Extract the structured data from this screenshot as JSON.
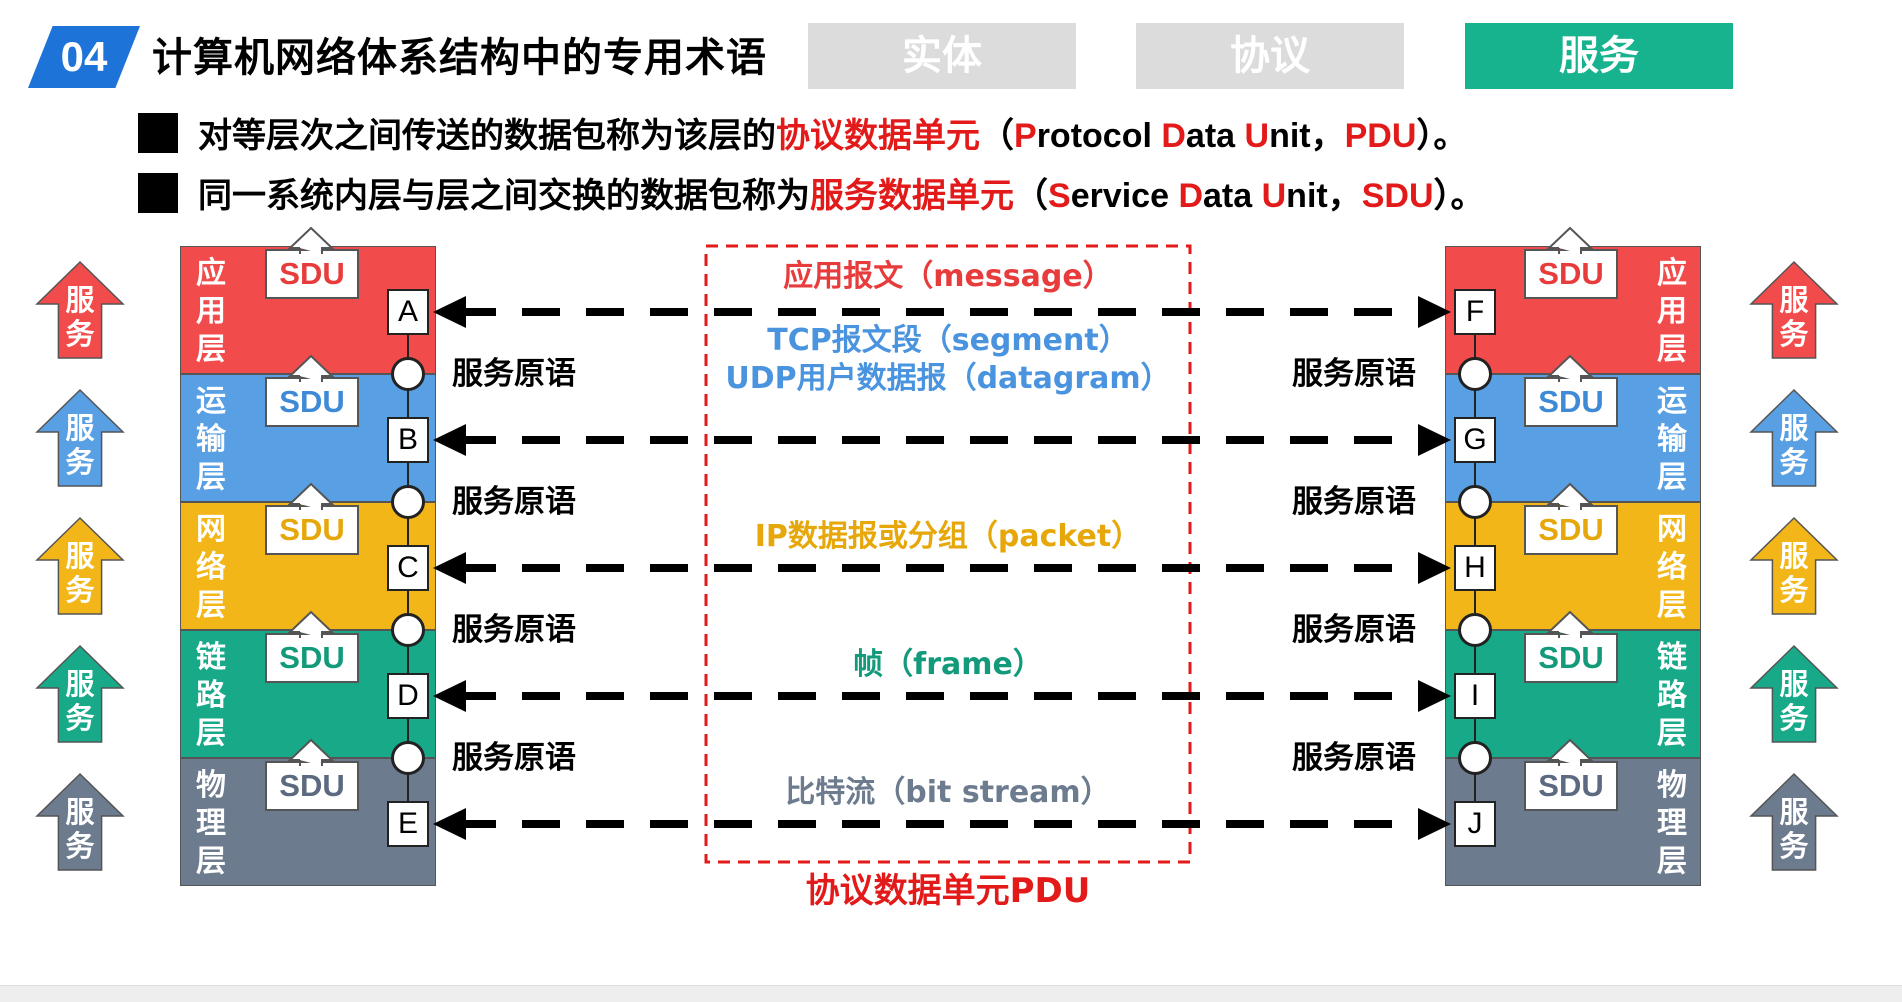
{
  "header": {
    "number": "04",
    "title": "计算机网络体系结构中的专用术语",
    "tabs": [
      {
        "label": "实体",
        "color": "#dcdcdc",
        "active": false
      },
      {
        "label": "协议",
        "color": "#dcdcdc",
        "active": false
      },
      {
        "label": "服务",
        "color": "#16b38e",
        "active": true
      }
    ]
  },
  "bullets": [
    {
      "before": "对等层次之间传送的数据包称为该层的",
      "highlight": "协议数据单元",
      "paren_open": "（",
      "term_1": "P",
      "term_2": "rotocol ",
      "term_3": "D",
      "term_4": "ata ",
      "term_5": "U",
      "term_6": "nit",
      "sep": "，",
      "abbr": "PDU",
      "paren_close": "）。"
    },
    {
      "before": "同一系统内层与层之间交换的数据包称为",
      "highlight": "服务数据单元",
      "paren_open": "（",
      "term_1": "S",
      "term_2": "ervice ",
      "term_3": "D",
      "term_4": "ata ",
      "term_5": "U",
      "term_6": "nit",
      "sep": "，",
      "abbr": "SDU",
      "paren_close": "）。"
    }
  ],
  "layers": [
    {
      "name": [
        "应",
        "用",
        "层"
      ],
      "color": "#f24b4b",
      "sdu_color": "#e83b3b"
    },
    {
      "name": [
        "运",
        "输",
        "层"
      ],
      "color": "#58a0e3",
      "sdu_color": "#3e8ad6"
    },
    {
      "name": [
        "网",
        "络",
        "层"
      ],
      "color": "#f2b619",
      "sdu_color": "#e6a70a"
    },
    {
      "name": [
        "链",
        "路",
        "层"
      ],
      "color": "#17a988",
      "sdu_color": "#129a7b"
    },
    {
      "name": [
        "物",
        "理",
        "层"
      ],
      "color": "#6d7b8f",
      "sdu_color": "#5b6a80"
    }
  ],
  "sdu_label": "SDU",
  "service_label": "服务",
  "service_primitive": "服务原语",
  "left_saps": [
    "A",
    "B",
    "C",
    "D",
    "E"
  ],
  "right_saps": [
    "F",
    "G",
    "H",
    "I",
    "J"
  ],
  "pdus": [
    {
      "lines": [
        "应用报文（message）"
      ],
      "color": "#e83b3b"
    },
    {
      "lines": [
        "TCP报文段（segment）",
        "UDP用户数据报（datagram）"
      ],
      "color": "#4a94df"
    },
    {
      "lines": [
        "IP数据报或分组（packet）"
      ],
      "color": "#e6a70a"
    },
    {
      "lines": [
        "帧（frame）"
      ],
      "color": "#129a7b"
    },
    {
      "lines": [
        "比特流（bit stream）"
      ],
      "color": "#6d7b8f"
    }
  ],
  "pdu_caption": "协议数据单元PDU"
}
